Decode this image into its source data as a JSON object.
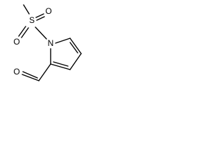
{
  "molecule": {
    "atoms": {
      "sulfur": "S",
      "sulfonyl_oxygen_top": "O",
      "sulfonyl_oxygen_left": "O",
      "ring_nitrogen": "N",
      "aldehyde_oxygen": "O"
    },
    "colors": {
      "bond": "#000000",
      "label": "#000000",
      "background": "#ffffff"
    }
  }
}
